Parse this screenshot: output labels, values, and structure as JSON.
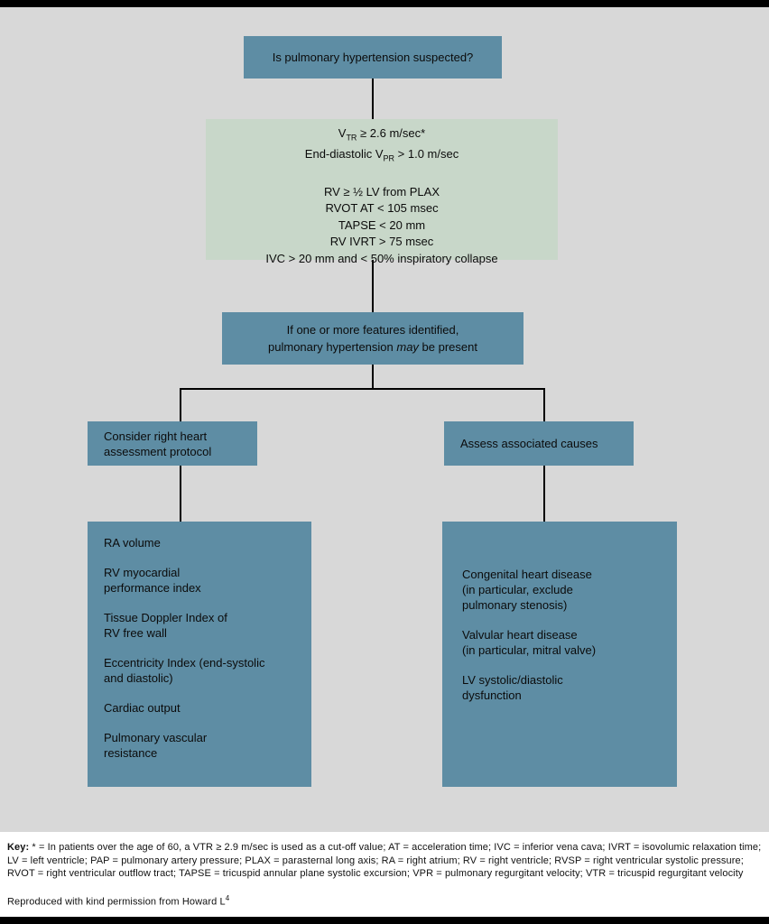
{
  "colors": {
    "background_gray": "#d8d8d8",
    "box_blue": "#5e8da4",
    "box_green": "#c8d7c9",
    "border_bars": "#000000",
    "footer_background": "#ffffff"
  },
  "flowchart": {
    "question": "Is pulmonary hypertension suspected?",
    "criteria": {
      "vtr": {
        "pre": "V",
        "sub": "TR",
        "post": " ≥ 2.6 m/sec*"
      },
      "vpr": {
        "pre": "End-diastolic V",
        "sub": "PR",
        "post": " > 1.0 m/sec"
      },
      "lines": [
        "RV ≥ ½ LV from PLAX",
        "RVOT AT < 105 msec",
        "TAPSE < 20 mm",
        "RV IVRT > 75 msec",
        "IVC > 20 mm and < 50% inspiratory collapse"
      ]
    },
    "decision": {
      "line1": "If one or more features identified,",
      "line2_pre": "pulmonary hypertension ",
      "line2_italic": "may",
      "line2_post": " be present"
    },
    "left_branch": {
      "title": [
        "Consider right heart",
        "assessment protocol"
      ],
      "items": [
        [
          "RA volume"
        ],
        [
          "RV myocardial",
          "performance index"
        ],
        [
          "Tissue Doppler Index of",
          "RV free wall"
        ],
        [
          "Eccentricity Index (end-systolic",
          "and diastolic)"
        ],
        [
          "Cardiac output"
        ],
        [
          "Pulmonary vascular",
          "resistance"
        ]
      ]
    },
    "right_branch": {
      "title": [
        "Assess associated causes"
      ],
      "items": [
        [
          "Congenital heart disease",
          "(in particular, exclude",
          "pulmonary stenosis)"
        ],
        [
          "Valvular heart disease",
          "(in particular, mitral valve)"
        ],
        [
          "LV systolic/diastolic",
          "dysfunction"
        ]
      ]
    }
  },
  "footer": {
    "key_label": "Key:",
    "key_text": " * = In patients over the age of 60, a VTR ≥ 2.9 m/sec is used as a cut-off value; AT = acceleration time; IVC = inferior vena cava; IVRT = isovolumic relaxation time; LV = left ventricle; PAP = pulmonary artery pressure; PLAX = parasternal long axis; RA = right atrium; RV = right ventricle; RVSP = right ventricular systolic pressure; RVOT = right ventricular outflow tract; TAPSE = tricuspid annular plane systolic excursion; VPR = pulmonary regurgitant velocity; VTR = tricuspid regurgitant velocity",
    "credit": "Reproduced with kind permission from Howard L",
    "credit_sup": "4"
  }
}
